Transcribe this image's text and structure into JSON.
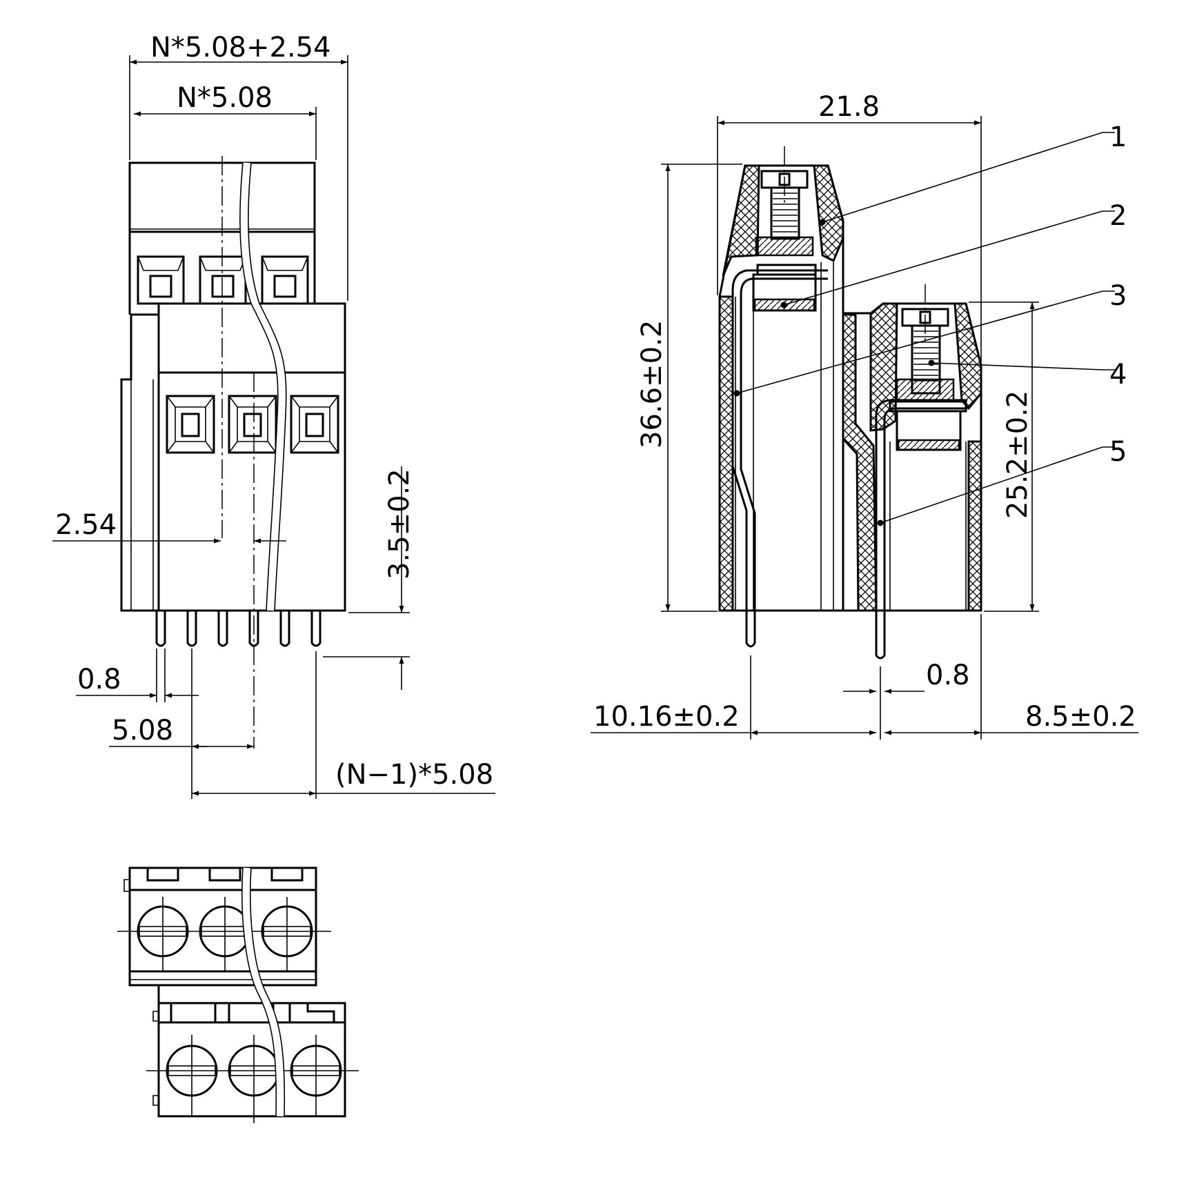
{
  "dimensions": {
    "overall_width": "N*5.08+2.54",
    "pitch_width": "N*5.08",
    "offset": "2.54",
    "pin_length": "3.5±0.2",
    "pin_size_front": "0.8",
    "pin_pitch": "5.08",
    "pin_span": "(N−1)*5.08",
    "depth": "21.8",
    "height_tall": "36.6±0.2",
    "height_short": "25.2±0.2",
    "pin_offset_front": "10.16±0.2",
    "pin_size_side": "0.8",
    "pin_offset_rear": "8.5±0.2"
  },
  "callouts": [
    "1",
    "2",
    "3",
    "4",
    "5"
  ]
}
